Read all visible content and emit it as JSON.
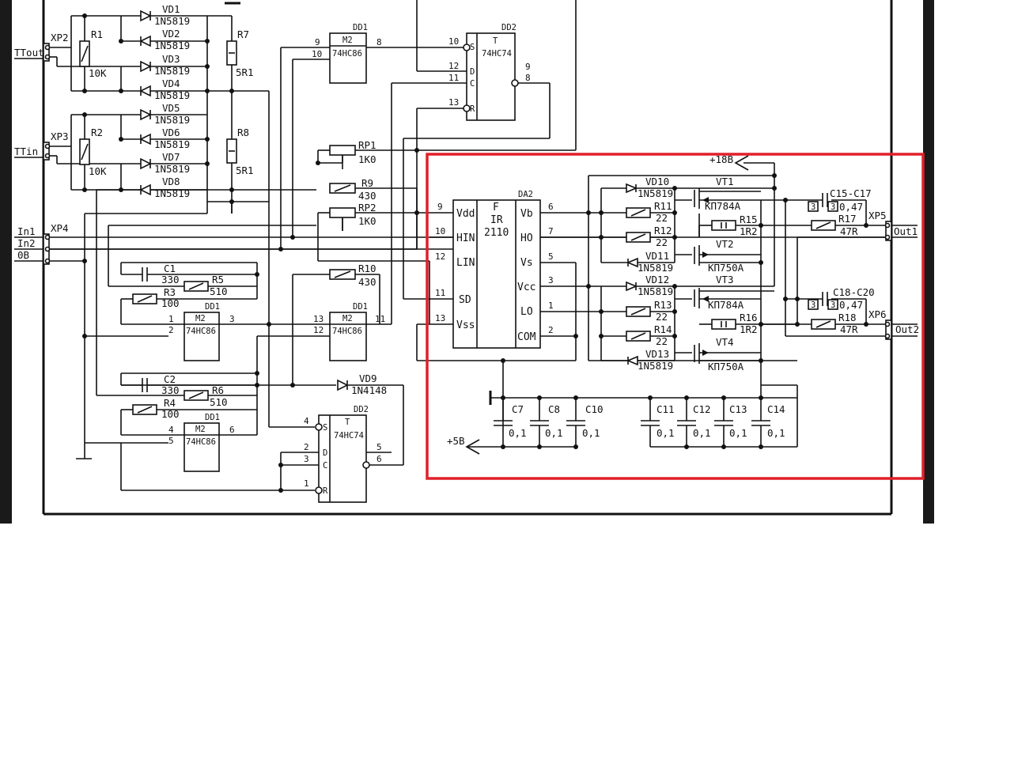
{
  "connectors": {
    "xp2": "XP2",
    "xp3": "XP3",
    "xp4": "XP4",
    "xp5": "XP5",
    "xp6": "XP6",
    "ttout": "TTout",
    "ttin": "TTin",
    "in1": "In1",
    "in2": "In2",
    "zero": "0B",
    "out1": "Out1",
    "out2": "Out2"
  },
  "resistors": {
    "r1": "R1",
    "r1v": "10K",
    "r2": "R2",
    "r2v": "10K",
    "r7": "R7",
    "r7v": "5R1",
    "r8": "R8",
    "r8v": "5R1",
    "rp1": "RP1",
    "rp1v": "1K0",
    "rp2": "RP2",
    "rp2v": "1K0",
    "r9": "R9",
    "r9v": "430",
    "r10": "R10",
    "r10v": "430",
    "r3": "R3",
    "r3v": "100",
    "r4": "R4",
    "r4v": "100",
    "r5": "R5",
    "r5v": "510",
    "r6": "R6",
    "r6v": "510",
    "r11": "R11",
    "r11v": "22",
    "r12": "R12",
    "r12v": "22",
    "r13": "R13",
    "r13v": "22",
    "r14": "R14",
    "r14v": "22",
    "r15": "R15",
    "r15v": "1R2",
    "r16": "R16",
    "r16v": "1R2",
    "r17": "R17",
    "r17v": "47R",
    "r18": "R18",
    "r18v": "47R"
  },
  "diodes": {
    "vd1": "VD1",
    "vd2": "VD2",
    "vd3": "VD3",
    "vd4": "VD4",
    "vd5": "VD5",
    "vd6": "VD6",
    "vd7": "VD7",
    "vd8": "VD8",
    "schottky": "1N5819",
    "vd9": "VD9",
    "vd9v": "1N4148",
    "vd10": "VD10",
    "vd11": "VD11",
    "vd12": "VD12",
    "vd13": "VD13"
  },
  "capacitors": {
    "c1": "C1",
    "c1v": "330",
    "c2": "C2",
    "c2v": "330",
    "c7": "C7",
    "c8": "C8",
    "c10": "C10",
    "c11": "C11",
    "c12": "C12",
    "c13": "C13",
    "c14": "C14",
    "small": "0,1",
    "c15": "C15-C17",
    "c18": "C18-C20",
    "big": "0,47",
    "three": "3"
  },
  "transistors": {
    "vt1": "VT1",
    "vt2": "VT2",
    "vt3": "VT3",
    "vt4": "VT4",
    "p": "КП784А",
    "n": "КП750А"
  },
  "chips": {
    "dd1": "DD1",
    "dd2": "DD2",
    "da2": "DA2",
    "m2": "M2",
    "xor": "74HC86",
    "t": "T",
    "ff": "74HC74",
    "f": "F",
    "ir": "IR",
    "model": "2110",
    "vdd": "Vdd",
    "hin": "HIN",
    "lin": "LIN",
    "sd": "SD",
    "vss": "Vss",
    "vb": "Vb",
    "ho": "HO",
    "vs": "Vs",
    "vcc": "Vcc",
    "lo": "LO",
    "com": "COM",
    "s": "S",
    "d": "D",
    "c": "C",
    "r": "R"
  },
  "power": {
    "v18": "+18В",
    "v5": "+5В"
  },
  "pins": {
    "p1": "1",
    "p2": "2",
    "p3": "3",
    "p4": "4",
    "p5": "5",
    "p6": "6",
    "p7": "7",
    "p8": "8",
    "p9": "9",
    "p10": "10",
    "p11": "11",
    "p12": "12",
    "p13": "13"
  },
  "highlight_color": "#e0202a"
}
